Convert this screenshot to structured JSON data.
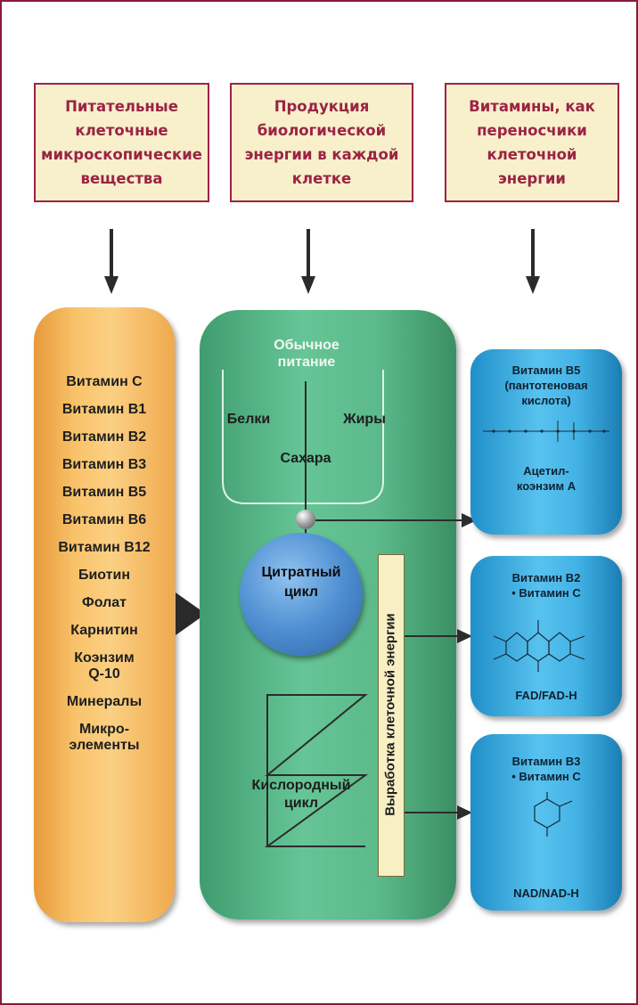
{
  "headers": [
    "Питательные клеточные микроскопические вещества",
    "Продукция биологической энергии в каждой клетке",
    "Витамины, как переносчики клеточной энергии"
  ],
  "nutrients": [
    "Витамин С",
    "Витамин В1",
    "Витамин В2",
    "Витамин В3",
    "Витамин В5",
    "Витамин В6",
    "Витамин В12",
    "Биотин",
    "Фолат",
    "Карнитин",
    "Коэнзим\nQ-10",
    "Минералы",
    "Микро-\nэлементы"
  ],
  "energy": {
    "food": "Обычное\nпитание",
    "proteins": "Белки",
    "fats": "Жиры",
    "sugars": "Сахара",
    "citrate_cycle": "Цитратный\nцикл",
    "oxygen_cycle": "Кислородный\nцикл",
    "energy_production": "Выработка клеточной энергии"
  },
  "vitamin_boxes": [
    {
      "top": "Витамин В5\n(пантотеновая\nкислота)",
      "bottom": "Ацетил-\nкоэнзим А"
    },
    {
      "top": "Витамин В2\n• Витамин С",
      "bottom": "FAD/FAD-H"
    },
    {
      "top": "Витамин В3\n• Витамин С",
      "bottom": "NAD/NAD-H"
    }
  ],
  "colors": {
    "frame": "#8b1a3a",
    "header_bg": "#f8efcb",
    "header_text": "#9a2444",
    "nutrients": "#f9c36b",
    "energy": "#5bb98a",
    "citrate": "#4f8fd2",
    "vitamins": "#43b3e5"
  }
}
